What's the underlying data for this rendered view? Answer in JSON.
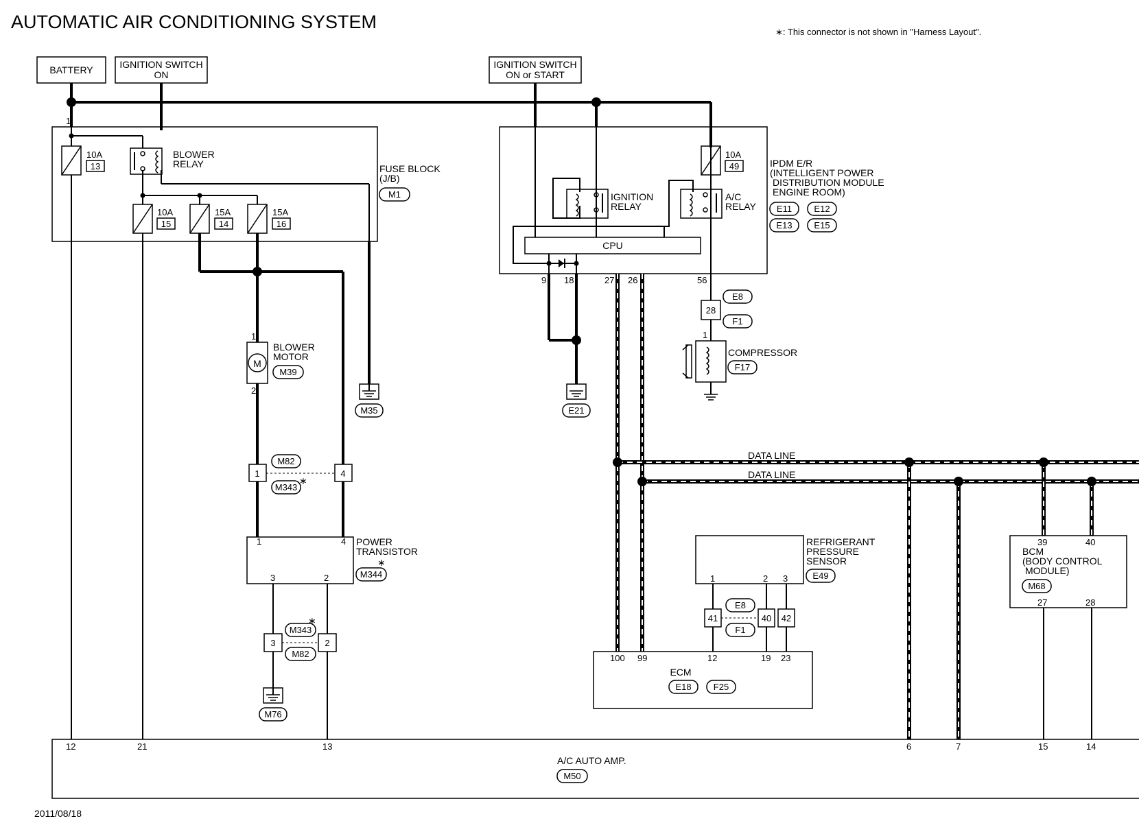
{
  "title": "AUTOMATIC AIR CONDITIONING SYSTEM",
  "note": "∗: This connector is not shown in \"Harness Layout\".",
  "date": "2011/08/18",
  "sources": {
    "battery": "BATTERY",
    "ign_on_1": "IGNITION SWITCH",
    "ign_on_2": "ON",
    "ign_start_1": "IGNITION SWITCH",
    "ign_start_2": "ON or START"
  },
  "fuse_block": {
    "name_1": "FUSE BLOCK",
    "name_2": "(J/B)",
    "connector": "M1",
    "input_pin": "1",
    "fuses": [
      {
        "amp": "10A",
        "num": "13"
      },
      {
        "amp": "10A",
        "num": "15"
      },
      {
        "amp": "15A",
        "num": "14"
      },
      {
        "amp": "15A",
        "num": "16"
      }
    ],
    "relay_1": "BLOWER",
    "relay_2": "RELAY"
  },
  "ipdm": {
    "name_1": "IPDM E/R",
    "name_2": "(INTELLIGENT POWER",
    "name_3": "DISTRIBUTION MODULE",
    "name_4": "ENGINE ROOM)",
    "connectors": [
      "E11",
      "E12",
      "E13",
      "E15"
    ],
    "fuse_amp": "10A",
    "fuse_num": "49",
    "ign_relay_1": "IGNITION",
    "ign_relay_2": "RELAY",
    "ac_relay_1": "A/C",
    "ac_relay_2": "RELAY",
    "cpu": "CPU",
    "pins": [
      "9",
      "18",
      "27",
      "26",
      "56"
    ]
  },
  "compressor": {
    "conn_e": "E8",
    "conn_f": "F1",
    "pin_mid": "28",
    "pin_top": "1",
    "label": "COMPRESSOR",
    "connector": "F17"
  },
  "grounds": {
    "m35": "M35",
    "e21": "E21",
    "m76": "M76"
  },
  "blower_motor": {
    "label_1": "BLOWER",
    "label_2": "MOTOR",
    "connector": "M39",
    "symbol": "M",
    "pin_top": "1",
    "pin_bottom": "2"
  },
  "joint_m82": {
    "conn_a": "M82",
    "conn_b": "M343",
    "pin_l": "1",
    "pin_r": "4",
    "star": "∗"
  },
  "joint_m343": {
    "conn_a": "M343",
    "conn_b": "M82",
    "pin_l": "3",
    "pin_r": "2",
    "star": "∗"
  },
  "power_transistor": {
    "label_1": "POWER",
    "label_2": "TRANSISTOR",
    "connector": "M344",
    "star": "∗",
    "pins_top": [
      "1",
      "4"
    ],
    "pins_bottom": [
      "3",
      "2"
    ]
  },
  "data_lines": [
    "DATA LINE",
    "DATA LINE"
  ],
  "refrigerant_sensor": {
    "label_1": "REFRIGERANT",
    "label_2": "PRESSURE",
    "label_3": "SENSOR",
    "connector": "E49",
    "pins": [
      "1",
      "2",
      "3"
    ]
  },
  "sensor_joint": {
    "conn_e": "E8",
    "conn_f": "F1",
    "pins": [
      "41",
      "40",
      "42"
    ]
  },
  "ecm": {
    "label": "ECM",
    "connectors": [
      "E18",
      "F25"
    ],
    "pins": [
      "100",
      "99",
      "12",
      "19",
      "23"
    ]
  },
  "bcm": {
    "label_1": "BCM",
    "label_2": "(BODY CONTROL",
    "label_3": "MODULE)",
    "connector": "M68",
    "pins_top": [
      "39",
      "40"
    ],
    "pins_bottom": [
      "27",
      "28"
    ]
  },
  "ac_amp": {
    "label": "A/C AUTO AMP.",
    "connector": "M50",
    "pins": [
      "12",
      "21",
      "13",
      "6",
      "7",
      "15",
      "14"
    ]
  }
}
